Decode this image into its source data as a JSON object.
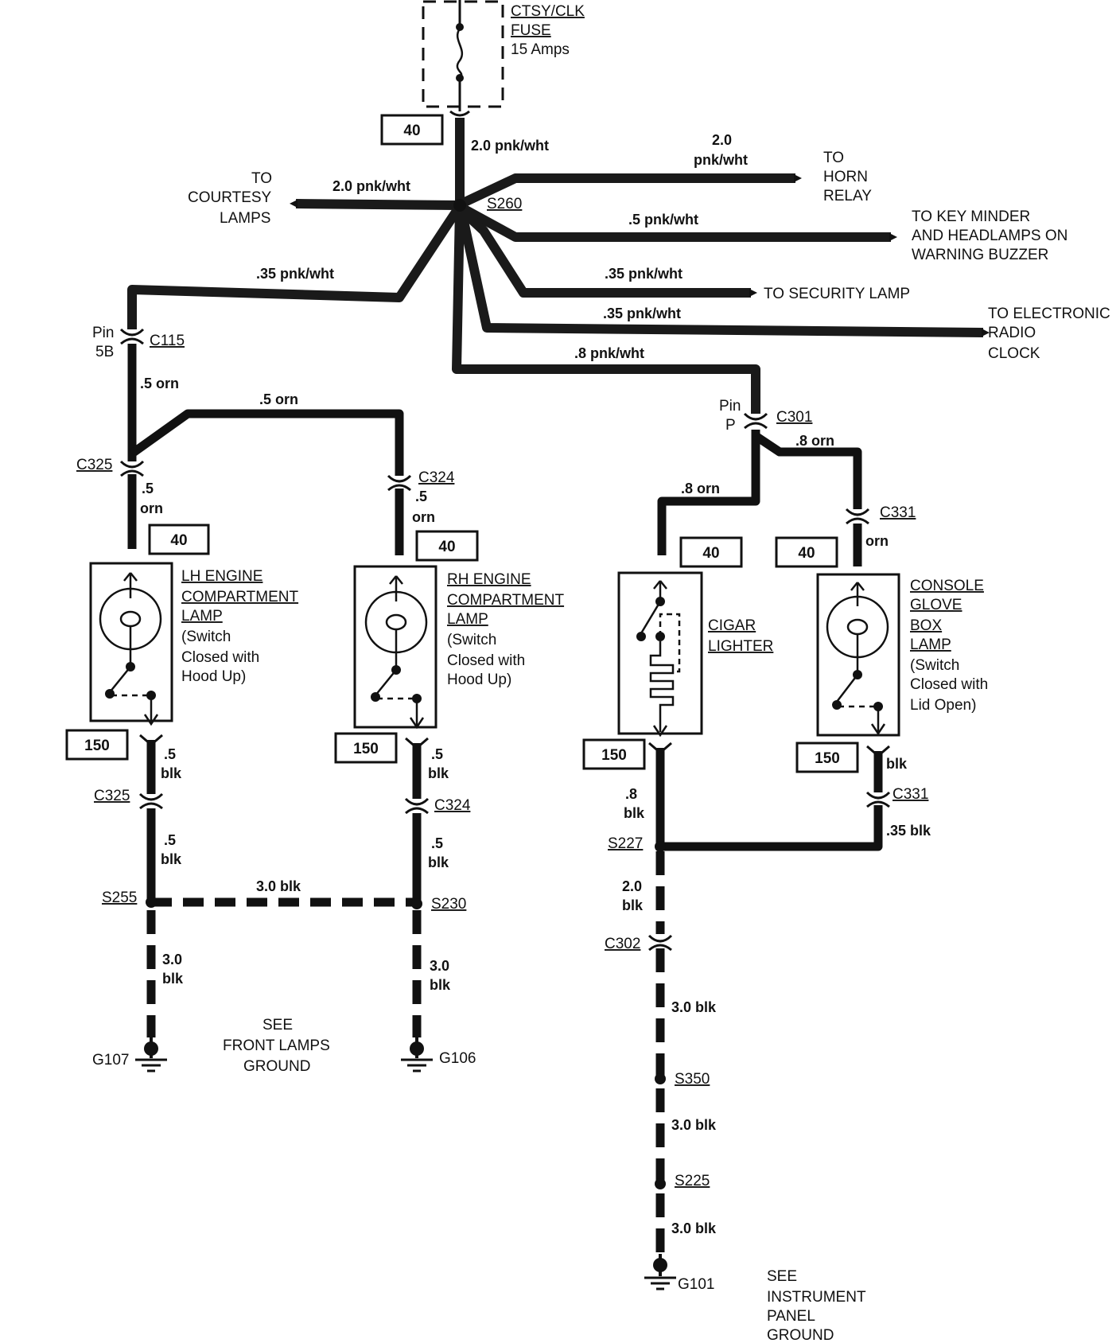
{
  "fuse": {
    "name_line1": "CTSY/CLK",
    "name_line2": "FUSE",
    "rating": "15 Amps"
  },
  "splice_main": "S260",
  "box_40": "40",
  "box_150": "150",
  "wire_main": "2.0 pnk/wht",
  "horn": {
    "wire_line1": "2.0",
    "wire_line2": "pnk/wht",
    "dest_line1": "TO",
    "dest_line2": "HORN",
    "dest_line3": "RELAY"
  },
  "courtesy": {
    "wire": "2.0 pnk/wht",
    "dest_line1": "TO",
    "dest_line2": "COURTESY",
    "dest_line3": "LAMPS"
  },
  "keyminder": {
    "wire": ".5 pnk/wht",
    "dest_line1": "TO KEY MINDER",
    "dest_line2": "AND HEADLAMPS ON",
    "dest_line3": "WARNING BUZZER"
  },
  "security": {
    "wire": ".35 pnk/wht",
    "dest": "TO SECURITY LAMP"
  },
  "radio": {
    "wire": ".35 pnk/wht",
    "dest_line1": "TO ELECTRONIC",
    "dest_line2": "RADIO",
    "dest_line3": "CLOCK"
  },
  "wire_c115": ".35 pnk/wht",
  "wire_c301": ".8 pnk/wht",
  "c115": {
    "pin_line1": "Pin",
    "pin_line2": "5B",
    "name": "C115"
  },
  "c301": {
    "pin_line1": "Pin",
    "pin_line2": "P",
    "name": "C301"
  },
  "wire_orn_5": ".5 orn",
  "wire_orn_5a": ".5",
  "wire_orn_5b": "orn",
  "wire_orn_8": ".8 orn",
  "wire_orn": "orn",
  "c325": "C325",
  "c324": "C324",
  "c331": "C331",
  "c302": "C302",
  "lh_lamp": {
    "l1": "LH ENGINE",
    "l2": "COMPARTMENT",
    "l3": "LAMP",
    "l4": "(Switch",
    "l5": "Closed with",
    "l6": "Hood Up)"
  },
  "rh_lamp": {
    "l1": "RH ENGINE",
    "l2": "COMPARTMENT",
    "l3": "LAMP",
    "l4": "(Switch",
    "l5": "Closed with",
    "l6": "Hood Up)"
  },
  "cigar": {
    "l1": "CIGAR",
    "l2": "LIGHTER"
  },
  "glove": {
    "l1": "CONSOLE",
    "l2": "GLOVE",
    "l3": "BOX",
    "l4": "LAMP",
    "l5": "(Switch",
    "l6": "Closed with",
    "l7": "Lid Open)"
  },
  "blk": {
    "w5": ".5",
    "w8": ".8",
    "w2": "2.0",
    "w3": "3.0",
    "blk": "blk",
    "w35": ".35 blk",
    "w30": "3.0 blk"
  },
  "splices": {
    "s255": "S255",
    "s230": "S230",
    "s227": "S227",
    "s350": "S350",
    "s225": "S225"
  },
  "grounds": {
    "g107": "G107",
    "g106": "G106",
    "g101": "G101"
  },
  "see_front": {
    "l1": "SEE",
    "l2": "FRONT LAMPS",
    "l3": "GROUND"
  },
  "see_ip": {
    "l1": "SEE",
    "l2": "INSTRUMENT",
    "l3": "PANEL",
    "l4": "GROUND"
  }
}
